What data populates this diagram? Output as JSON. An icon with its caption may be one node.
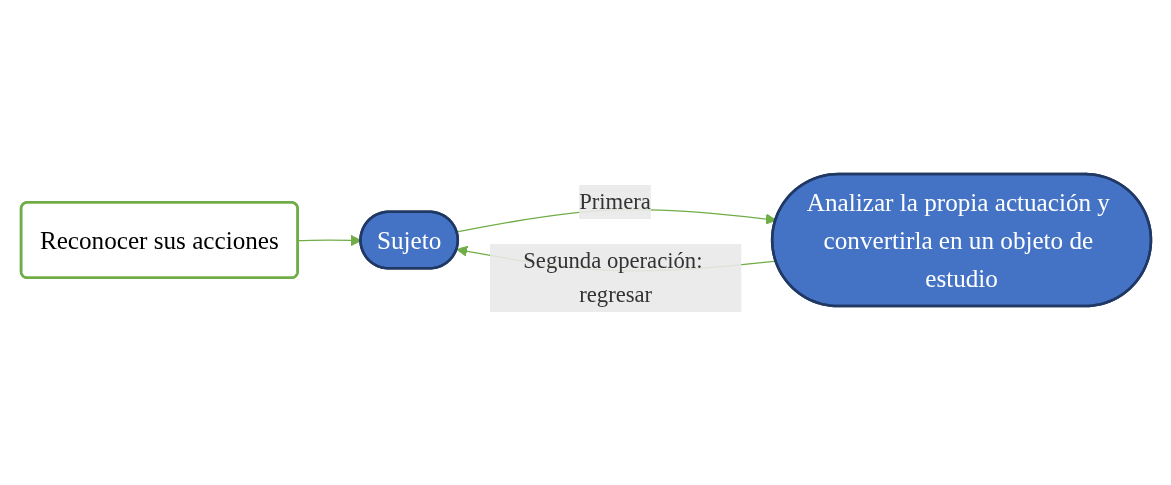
{
  "diagram": {
    "nodes": [
      {
        "text": [
          "Sujeto"
        ]
      },
      {
        "text": [
          "Analizar la propia actuación y convertirla en un objeto de estudio"
        ]
      },
      {
        "text": [
          "Reconocer sus acciones"
        ]
      }
    ],
    "edges": [
      {
        "from": 0,
        "to": 1,
        "arrow": "to",
        "label": "Primera"
      },
      {
        "from": 1,
        "to": 0,
        "arrow": "to",
        "label": "Segunda operación: regresar"
      },
      {
        "from": 2,
        "to": 0,
        "arrow": "to"
      }
    ]
  }
}
